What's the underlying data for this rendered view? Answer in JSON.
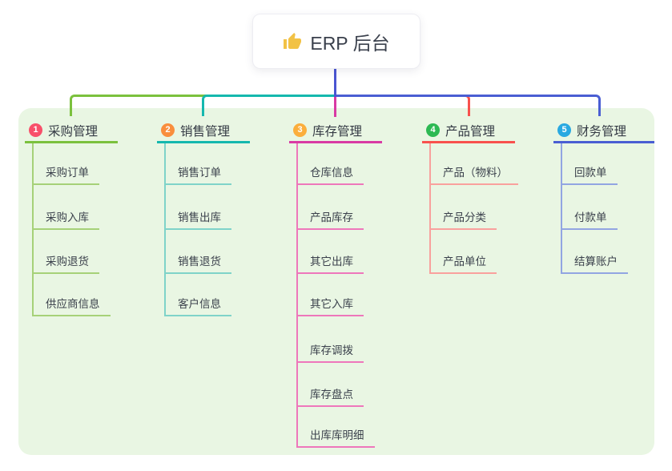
{
  "canvas": {
    "bg": "#e9f6e3"
  },
  "root": {
    "title": "ERP 后台",
    "icon": "thumbs-up-icon",
    "icon_color": "#f2c245",
    "connector_color": "#4a55d2"
  },
  "branches": [
    {
      "index": "1",
      "title": "采购管理",
      "badge_color": "#f8506a",
      "line_color": "#7bc13d",
      "child_line_color": "#a6d178",
      "children": [
        "采购订单",
        "采购入库",
        "采购退货",
        "供应商信息"
      ]
    },
    {
      "index": "2",
      "title": "销售管理",
      "badge_color": "#f98e3d",
      "line_color": "#15b8ae",
      "child_line_color": "#7fd3c9",
      "children": [
        "销售订单",
        "销售出库",
        "销售退货",
        "客户信息"
      ]
    },
    {
      "index": "3",
      "title": "库存管理",
      "badge_color": "#fbae3c",
      "line_color": "#d93aa4",
      "child_line_color": "#ee77bb",
      "children": [
        "仓库信息",
        "产品库存",
        "其它出库",
        "其它入库",
        "库存调拨",
        "库存盘点",
        "出库库明细"
      ]
    },
    {
      "index": "4",
      "title": "产品管理",
      "badge_color": "#2db953",
      "line_color": "#f8514d",
      "child_line_color": "#f9a19d",
      "children": [
        "产品（物料）",
        "产品分类",
        "产品单位"
      ]
    },
    {
      "index": "5",
      "title": "财务管理",
      "badge_color": "#29a9e1",
      "line_color": "#4a5ed3",
      "child_line_color": "#92a5e2",
      "children": [
        "回款单",
        "付款单",
        "结算账户"
      ]
    }
  ]
}
